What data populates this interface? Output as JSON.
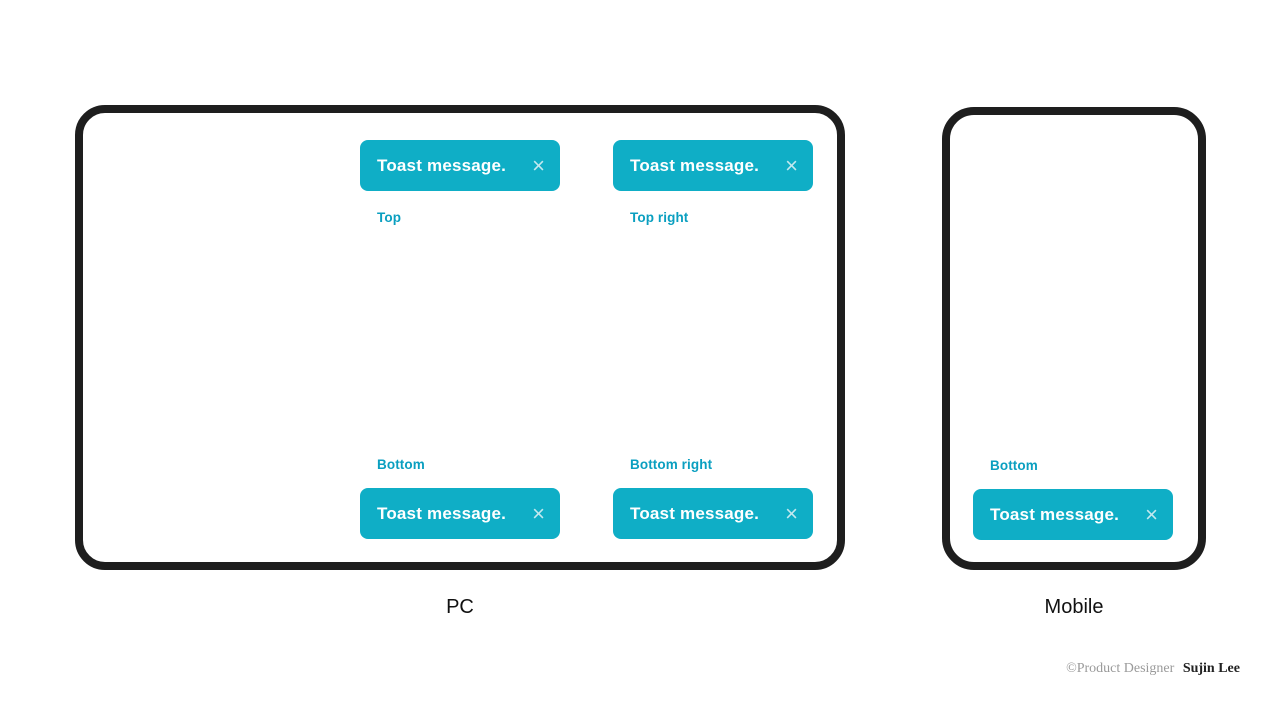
{
  "colors": {
    "toast_bg": "#0faec6",
    "toast_text": "#ffffff",
    "close_icon_color": "#c4e9ef",
    "label_color": "#0a9fc0",
    "frame_border": "#1e1e1e",
    "caption_color": "#111111",
    "credit_gray": "#9a9a9a",
    "credit_dark": "#222222"
  },
  "toast": {
    "message": "Toast message.",
    "close_icon": "×"
  },
  "pc": {
    "caption": "PC",
    "positions": [
      {
        "id": "top",
        "label": "Top"
      },
      {
        "id": "top-right",
        "label": "Top right"
      },
      {
        "id": "bottom",
        "label": "Bottom"
      },
      {
        "id": "bottom-right",
        "label": "Bottom right"
      }
    ]
  },
  "mobile": {
    "caption": "Mobile",
    "positions": [
      {
        "id": "bottom",
        "label": "Bottom"
      }
    ]
  },
  "credit": {
    "prefix": "©Product Designer",
    "name": "Sujin Lee"
  }
}
